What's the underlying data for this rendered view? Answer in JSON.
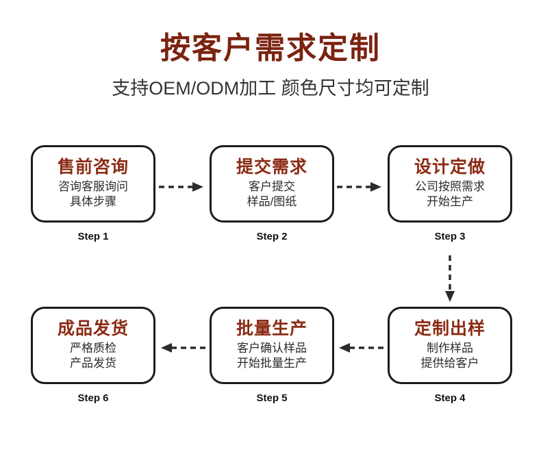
{
  "header": {
    "title": "按客户需求定制",
    "subtitle": "支持OEM/ODM加工 颜色尺寸均可定制"
  },
  "colors": {
    "title": "#7b2310",
    "heading": "#8b2b14",
    "body_text": "#2b2b2b",
    "border": "#1b1b1b",
    "highlight": "#fdc300",
    "arrow": "#2b2b2b",
    "background": "#ffffff"
  },
  "steps": [
    {
      "heading": "售前咨询",
      "lines": [
        "咨询客服询问",
        "具体步骤"
      ],
      "label": "Step 1"
    },
    {
      "heading": "提交需求",
      "lines": [
        "客户提交",
        "样品/图纸"
      ],
      "label": "Step 2"
    },
    {
      "heading": "设计定做",
      "lines": [
        "公司按照需求",
        "开始生产"
      ],
      "label": "Step 3"
    },
    {
      "heading": "定制出样",
      "lines": [
        "制作样品",
        "提供给客户"
      ],
      "label": "Step 4"
    },
    {
      "heading": "批量生产",
      "lines": [
        "客户确认样品",
        "开始批量生产"
      ],
      "label": "Step 5"
    },
    {
      "heading": "成品发货",
      "lines": [
        "严格质检",
        "产品发货"
      ],
      "label": "Step 6"
    }
  ],
  "arrows": [
    {
      "name": "arrow-step1-to-step2",
      "direction": "right"
    },
    {
      "name": "arrow-step2-to-step3",
      "direction": "right"
    },
    {
      "name": "arrow-step3-to-step4",
      "direction": "down"
    },
    {
      "name": "arrow-step4-to-step5",
      "direction": "left"
    },
    {
      "name": "arrow-step5-to-step6",
      "direction": "left"
    }
  ]
}
